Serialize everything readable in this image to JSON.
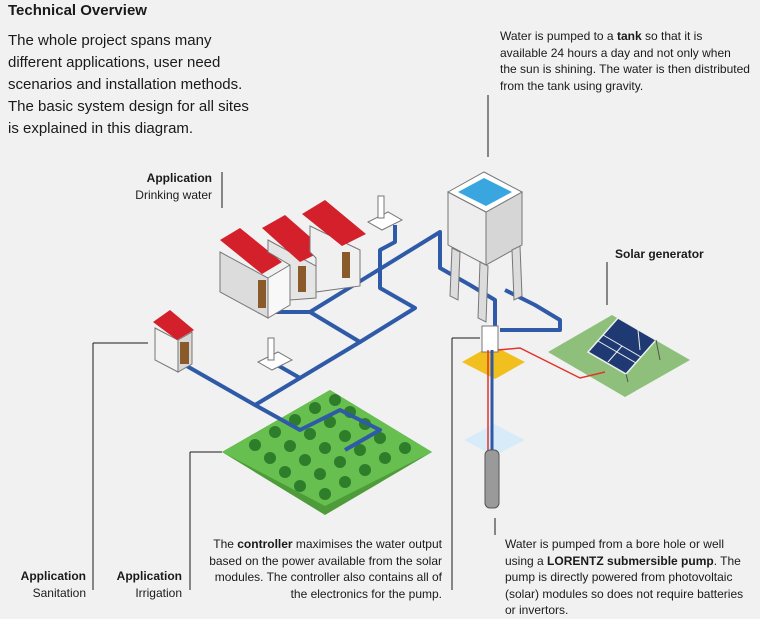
{
  "title": "Technical Overview",
  "intro": "The whole project spans many different applications, user need scenarios and installation methods. The basic system design for all sites is explained in this diagram.",
  "tank_note": {
    "pre": "Water is pumped to a ",
    "bold": "tank",
    "post": " so that it is available 24 hours a day and not only when the sun is shining. The water is then distributed from the tank using gravity."
  },
  "labels": {
    "application": "Application",
    "drinking_water": "Drinking water",
    "sanitation": "Sanitation",
    "irrigation": "Irrigation",
    "solar_generator": "Solar generator"
  },
  "controller_note": {
    "pre": "The ",
    "bold": "controller",
    "post": " maximises the water output based on the power available from the solar modules. The controller also contains all of the electronics for the pump."
  },
  "pump_note": {
    "pre": "Water is pumped from a bore hole or well using a ",
    "bold": "LORENTZ submersible pump",
    "post": ". The pump is directly powered from photovoltaic (solar) modules so does not require batteries or invertors."
  },
  "colors": {
    "pipe": "#2f5aa8",
    "roof": "#d4202a",
    "grass": "#5cb445",
    "panel_pad": "#8ec07c",
    "controller_pad": "#f2c01e",
    "cable": "#e0352b"
  }
}
